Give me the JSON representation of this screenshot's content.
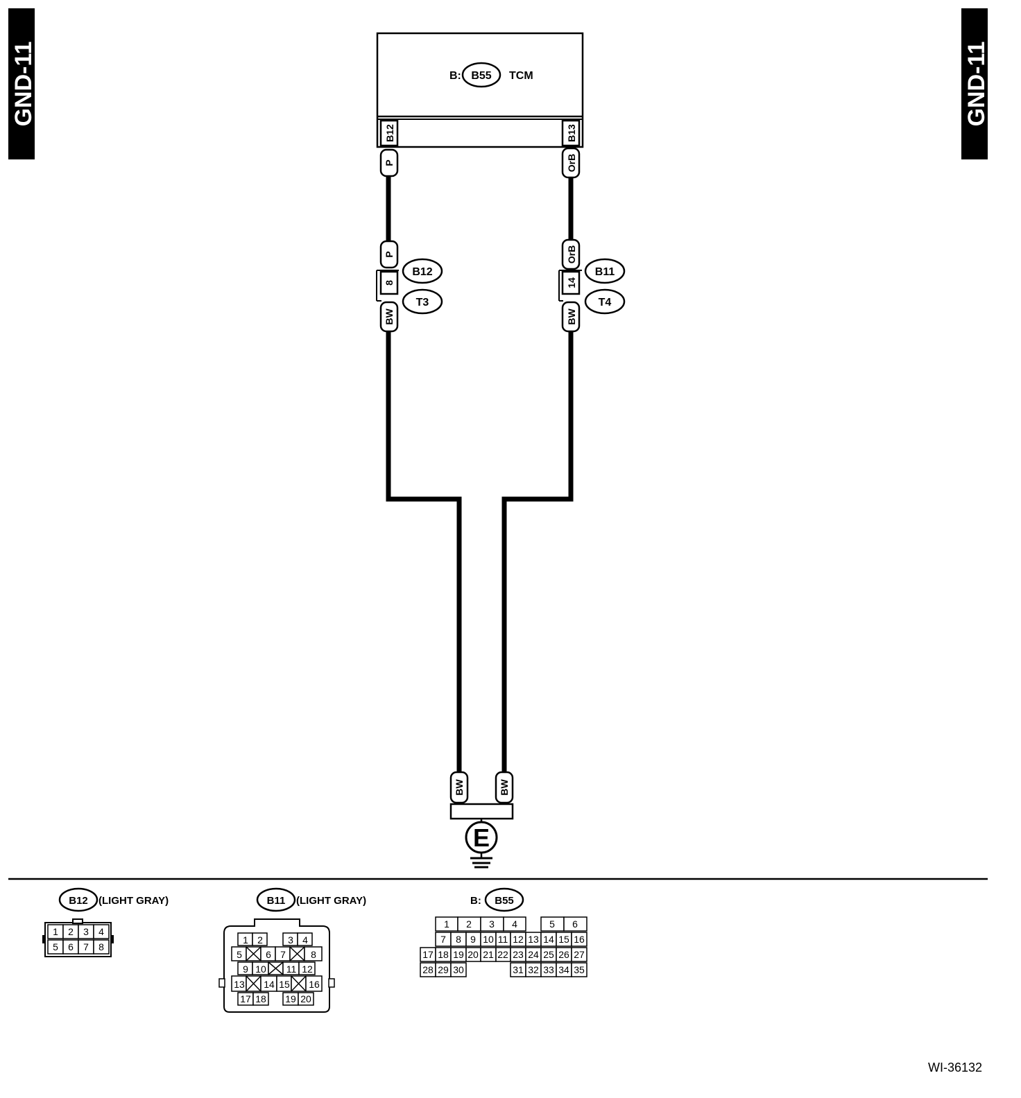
{
  "tabs": {
    "left": "GND-11",
    "right": "GND-11"
  },
  "tcm": {
    "prefix": "B:",
    "connector": "B55",
    "name": "TCM",
    "pin_left": "B12",
    "pin_right": "B13"
  },
  "wires": {
    "left_top_color": "P",
    "right_top_color": "OrB",
    "left_joint": {
      "upper_color": "P",
      "pin": "8",
      "lower_color": "BW",
      "upper_connector": "B12",
      "lower_connector": "T3"
    },
    "right_joint": {
      "upper_color": "OrB",
      "pin": "14",
      "lower_color": "BW",
      "upper_connector": "B11",
      "lower_connector": "T4"
    },
    "ground_left_color": "BW",
    "ground_right_color": "BW"
  },
  "ground": {
    "label": "E"
  },
  "connectors": {
    "b12": {
      "id": "B12",
      "color": "(LIGHT GRAY)",
      "pins": [
        "1",
        "2",
        "3",
        "4",
        "5",
        "6",
        "7",
        "8"
      ]
    },
    "b11": {
      "id": "B11",
      "color": "(LIGHT GRAY)",
      "pins": [
        "1",
        "2",
        "3",
        "4",
        "5",
        "6",
        "7",
        "8",
        "9",
        "10",
        "11",
        "12",
        "13",
        "14",
        "15",
        "16",
        "17",
        "18",
        "19",
        "20"
      ]
    },
    "b55": {
      "prefix": "B:",
      "id": "B55",
      "pins": [
        "1",
        "2",
        "3",
        "4",
        "5",
        "6",
        "7",
        "8",
        "9",
        "10",
        "11",
        "12",
        "13",
        "14",
        "15",
        "16",
        "17",
        "18",
        "19",
        "20",
        "21",
        "22",
        "23",
        "24",
        "25",
        "26",
        "27",
        "28",
        "29",
        "30",
        "31",
        "32",
        "33",
        "34",
        "35"
      ]
    }
  },
  "footer": {
    "code": "WI-36132"
  }
}
